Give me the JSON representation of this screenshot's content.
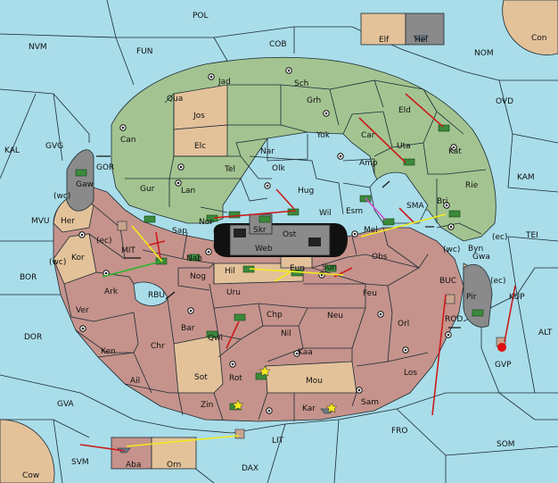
{
  "colors": {
    "sea": "#a9dde9",
    "green_power": "#a3c491",
    "rose_power": "#c5938b",
    "neutral_land": "#e3c29a",
    "impassable": "#8a8a8a",
    "black_power": "#222222",
    "order_red": "#cc1a1a",
    "order_yellow": "#f2ea1c",
    "order_green": "#2fb52f",
    "order_magenta": "#d04ccf"
  },
  "provinces": {
    "sea": [
      "POL",
      "NVM",
      "FUN",
      "COB",
      "NOM",
      "Con",
      "OVD",
      "KAL",
      "GVG",
      "KAM",
      "GOR",
      "MVU",
      "SMA",
      "TEI",
      "BOR",
      "MIT",
      "RBU",
      "BUC",
      "KUP",
      "DOR",
      "ALT",
      "ROD",
      "GVA",
      "GVP",
      "FRO",
      "SOM",
      "LIT",
      "SVM",
      "DAX",
      "Cow"
    ],
    "land": [
      "Elf",
      "Hel",
      "Jad",
      "Sch",
      "Qua",
      "Jos",
      "Grh",
      "Eld",
      "Can",
      "Elc",
      "Nar",
      "Yok",
      "Car",
      "Uta",
      "Kat",
      "Tel",
      "Olk",
      "Amp",
      "Gur",
      "Gaw",
      "Lan",
      "Hug",
      "Rie",
      "Esm",
      "Bri",
      "Wil",
      "Skr",
      "Ost",
      "Her",
      "Nor",
      "Sap",
      "Web",
      "Mel",
      "Byn",
      "Kor",
      "Nab",
      "Eun",
      "Obs",
      "Gwa",
      "Nog",
      "Hil",
      "Sun",
      "Ark",
      "Uru",
      "Feu",
      "Pir",
      "Ver",
      "Bar",
      "Chp",
      "Qwi",
      "Neu",
      "Orl",
      "Ken",
      "Nil",
      "Chr",
      "Kaa",
      "Rot",
      "Ail",
      "Sot",
      "Mou",
      "Los",
      "Sam",
      "Zin",
      "Kar",
      "Aba",
      "Orn"
    ]
  },
  "coast_labels": [
    "(wc)",
    "(ec)",
    "(wc)",
    "(ec)",
    "(wc)",
    "(ec)"
  ],
  "legend_none": ""
}
